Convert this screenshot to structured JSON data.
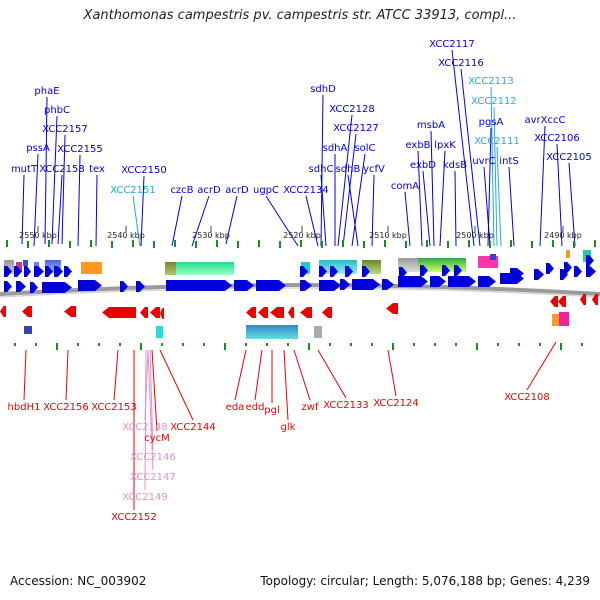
{
  "title": "Xanthomonas campestris pv. campestris str. ATCC 33913, compl...",
  "footer": {
    "accession": "Accession: NC_003902",
    "topology": "Topology: circular; Length: 5,076,188 bp; Genes: 4,239"
  },
  "colors": {
    "forward_gene": "#0000dd",
    "reverse_gene": "#ee0000",
    "rna_label": "#22aadd",
    "pseudo_label": "#e38fcb",
    "tick": "#228822",
    "backbone": "#9a9a9a"
  },
  "scale": {
    "ticks": [
      {
        "label": "2550 kbp"
      },
      {
        "label": "2540 kbp"
      },
      {
        "label": "2530 kbp"
      },
      {
        "label": "2520 kbp"
      },
      {
        "label": "2510 kbp"
      },
      {
        "label": "2500 kbp"
      },
      {
        "label": "2490 kbp"
      }
    ]
  },
  "forward_labels": [
    "phaE",
    "phbC",
    "XCC2157",
    "pssA",
    "XCC2155",
    "mutT",
    "XCC2158",
    "tex",
    "XCC2150",
    "XCC2151",
    "czcB",
    "acrD",
    "acrD",
    "ugpC",
    "XCC2134",
    "sdhD",
    "XCC2128",
    "XCC2127",
    "sdhA",
    "solC",
    "sdhC",
    "sdhB",
    "ycfV",
    "comA",
    "XCC2117",
    "XCC2116",
    "msbA",
    "exbB",
    "lpxK",
    "exbD",
    "kdsB",
    "XCC2113",
    "XCC2112",
    "pgsA",
    "XCC2111",
    "avrXccC",
    "uvrC",
    "XCC2106",
    "intS",
    "XCC2105"
  ],
  "reverse_labels": [
    "hbdH1",
    "XCC2156",
    "XCC2153",
    "XCC2148",
    "cycM",
    "XCC2144",
    "XCC2146",
    "XCC2147",
    "XCC2149",
    "XCC2152",
    "eda",
    "edd",
    "pgl",
    "glk",
    "zwf",
    "XCC2133",
    "XCC2124",
    "XCC2108"
  ]
}
